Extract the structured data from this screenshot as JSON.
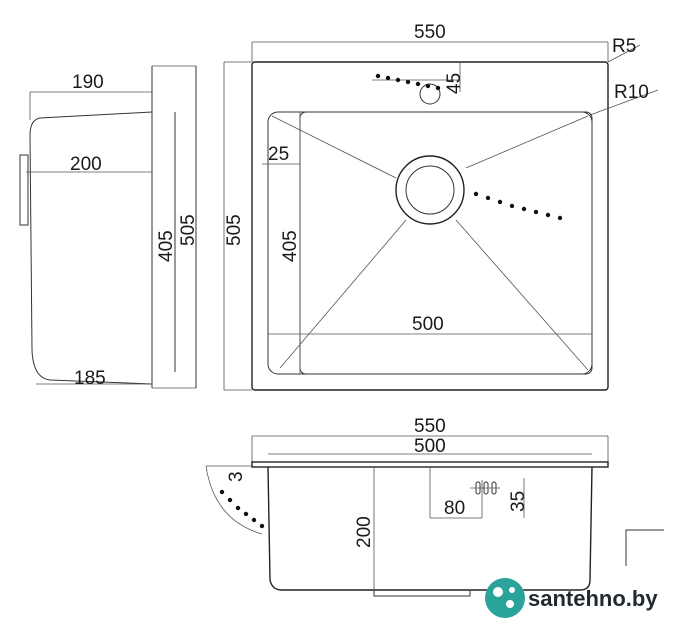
{
  "top_view": {
    "width_label": "550",
    "height_label": "505",
    "corner_radius_label": "R5",
    "inner_radius_label": "R10",
    "overflow_offset_label": "45",
    "inner_width_label": "500",
    "inner_height_label": "405",
    "flange_label": "25"
  },
  "side_view": {
    "top_width_label": "190",
    "mid_width_label": "200",
    "bottom_width_label": "185",
    "inner_height_label": "405",
    "outer_height_label": "505"
  },
  "front_view": {
    "outer_width_label": "550",
    "inner_width_label": "500",
    "flange_thickness_label": "3",
    "depth_label": "200",
    "overflow_width_label": "80",
    "overflow_height_label": "35"
  },
  "brand": {
    "name": "santehno.by",
    "logo_color": "#2aa39b"
  }
}
